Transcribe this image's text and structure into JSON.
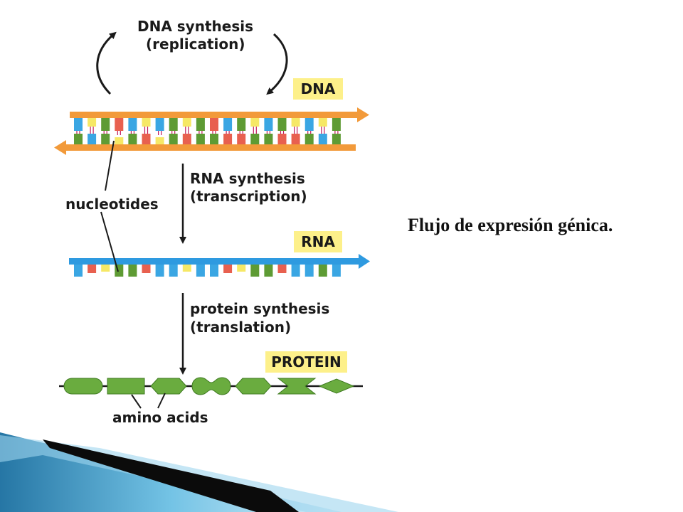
{
  "diagram": {
    "labels": {
      "dna_synthesis": "DNA synthesis",
      "replication": "(replication)",
      "dna": "DNA",
      "rna_synthesis": "RNA synthesis",
      "transcription": "(transcription)",
      "nucleotides": "nucleotides",
      "rna": "RNA",
      "protein_synthesis": "protein synthesis",
      "translation": "(translation)",
      "protein": "PROTEIN",
      "amino_acids": "amino acids"
    },
    "dna_top_strand": [
      "blue",
      "yellow",
      "green",
      "red",
      "blue",
      "yellow",
      "blue",
      "green",
      "yellow",
      "green",
      "red",
      "blue",
      "green",
      "yellow",
      "blue",
      "green",
      "yellow",
      "blue",
      "yellow",
      "green"
    ],
    "dna_bottom_strand": [
      "green",
      "blue",
      "green",
      "yellow",
      "green",
      "red",
      "yellow",
      "green",
      "red",
      "green",
      "green",
      "red",
      "red",
      "green",
      "green",
      "red",
      "red",
      "green",
      "blue",
      "green"
    ],
    "rna_strand": [
      "blue",
      "red",
      "yellow",
      "green",
      "green",
      "red",
      "blue",
      "blue",
      "yellow",
      "blue",
      "blue",
      "red",
      "yellow",
      "green",
      "green",
      "red",
      "blue",
      "blue",
      "green",
      "blue"
    ],
    "amino_acid_shapes": [
      "pill",
      "rect",
      "hexagon",
      "peanut",
      "hexagon",
      "bowtie",
      "diamond"
    ],
    "colors": {
      "dna_backbone": "#f29a3a",
      "rna_backbone": "#2e9ae0",
      "blue": "#3aa6e3",
      "yellow": "#f6e866",
      "green": "#5e9b34",
      "red": "#e8604f",
      "amino_acid": "#6aac3f",
      "tag_fill": "#fdf08a"
    }
  },
  "caption": "Flujo de expresión génica."
}
